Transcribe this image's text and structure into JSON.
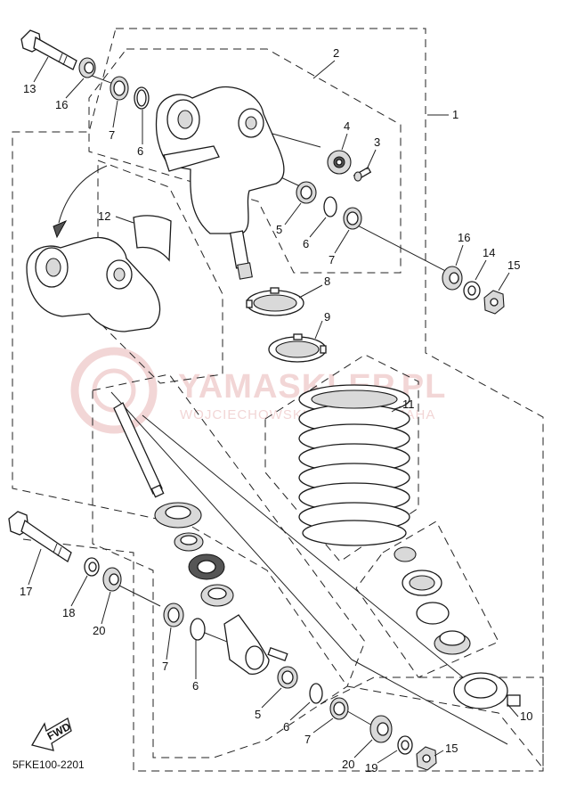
{
  "watermark": {
    "brand": "YAMASKLEP.PL",
    "tagline": "WOJCIECHOWSKI DEALER YAMAHA"
  },
  "fwd_label": "FWD",
  "diagram_code": "5FKE100-2201",
  "callouts": [
    {
      "id": "c13",
      "text": "13"
    },
    {
      "id": "c16a",
      "text": "16"
    },
    {
      "id": "c7a",
      "text": "7"
    },
    {
      "id": "c6a",
      "text": "6"
    },
    {
      "id": "c2",
      "text": "2"
    },
    {
      "id": "c1",
      "text": "1"
    },
    {
      "id": "c4",
      "text": "4"
    },
    {
      "id": "c3",
      "text": "3"
    },
    {
      "id": "c12",
      "text": "12"
    },
    {
      "id": "c5a",
      "text": "5"
    },
    {
      "id": "c6b",
      "text": "6"
    },
    {
      "id": "c7b",
      "text": "7"
    },
    {
      "id": "c16b",
      "text": "16"
    },
    {
      "id": "c14",
      "text": "14"
    },
    {
      "id": "c15a",
      "text": "15"
    },
    {
      "id": "c8",
      "text": "8"
    },
    {
      "id": "c9",
      "text": "9"
    },
    {
      "id": "c11",
      "text": "11"
    },
    {
      "id": "c17",
      "text": "17"
    },
    {
      "id": "c18",
      "text": "18"
    },
    {
      "id": "c20a",
      "text": "20"
    },
    {
      "id": "c7c",
      "text": "7"
    },
    {
      "id": "c6c",
      "text": "6"
    },
    {
      "id": "c5b",
      "text": "5"
    },
    {
      "id": "c6d",
      "text": "6"
    },
    {
      "id": "c7d",
      "text": "7"
    },
    {
      "id": "c10",
      "text": "10"
    },
    {
      "id": "c20b",
      "text": "20"
    },
    {
      "id": "c19",
      "text": "19"
    },
    {
      "id": "c15b",
      "text": "15"
    }
  ]
}
